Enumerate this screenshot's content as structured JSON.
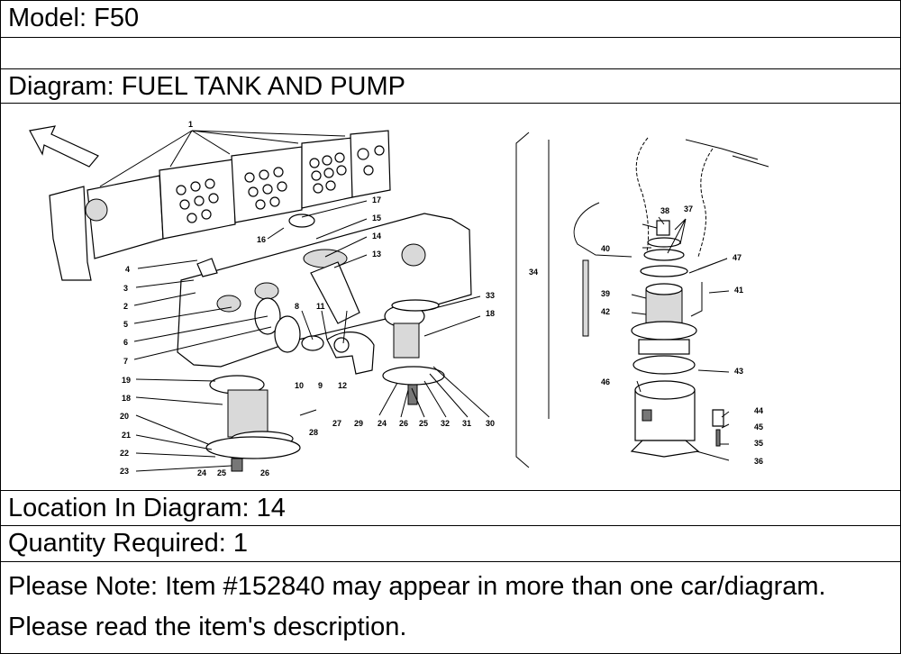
{
  "header": {
    "model": "Model: F50",
    "diagram": "Diagram: FUEL TANK AND PUMP"
  },
  "footer": {
    "location": "Location In Diagram: 14",
    "quantity": "Quantity Required: 1",
    "note": "Please Note: Item #152840 may appear in more than one car/diagram. Please read the item's description."
  },
  "callouts": [
    "1",
    "2",
    "3",
    "4",
    "5",
    "6",
    "7",
    "8",
    "9",
    "10",
    "11",
    "12",
    "13",
    "14",
    "15",
    "16",
    "17",
    "18",
    "19",
    "20",
    "21",
    "22",
    "23",
    "24",
    "25",
    "26",
    "27",
    "28",
    "29",
    "30",
    "31",
    "32",
    "33",
    "34",
    "35",
    "36",
    "37",
    "38",
    "39",
    "40",
    "41",
    "42",
    "43",
    "44",
    "45",
    "46",
    "47"
  ]
}
